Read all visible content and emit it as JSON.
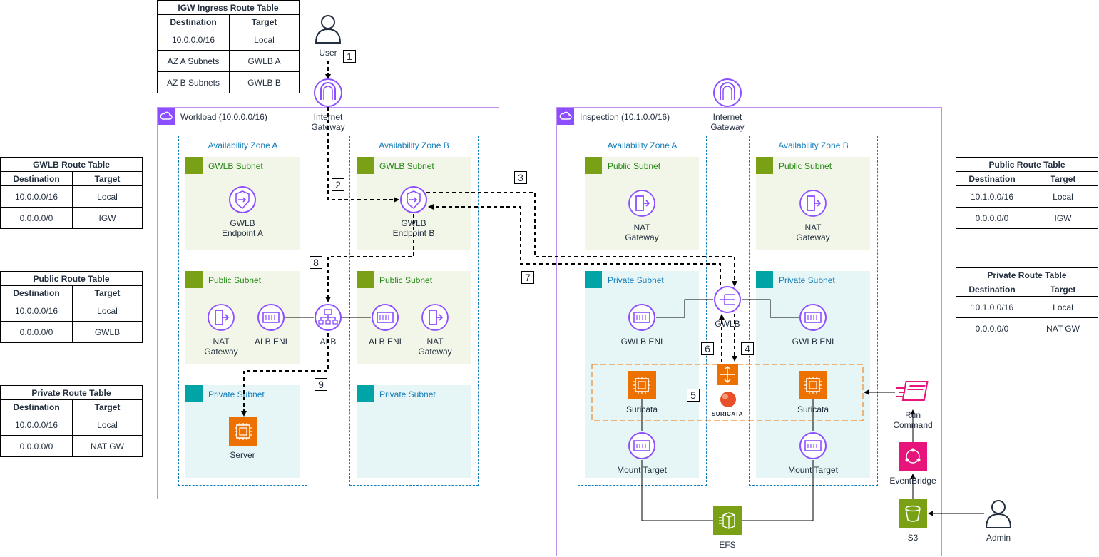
{
  "tables": {
    "igw_ingress": {
      "title": "IGW Ingress Route Table",
      "headers": [
        "Destination",
        "Target"
      ],
      "rows": [
        [
          "10.0.0.0/16",
          "Local"
        ],
        [
          "AZ A Subnets",
          "GWLB A"
        ],
        [
          "AZ B Subnets",
          "GWLB B"
        ]
      ]
    },
    "gwlb_left": {
      "title": "GWLB Route Table",
      "headers": [
        "Destination",
        "Target"
      ],
      "rows": [
        [
          "10.0.0.0/16",
          "Local"
        ],
        [
          "0.0.0.0/0",
          "IGW"
        ]
      ]
    },
    "public_left": {
      "title": "Public Route Table",
      "headers": [
        "Destination",
        "Target"
      ],
      "rows": [
        [
          "10.0.0.0/16",
          "Local"
        ],
        [
          "0.0.0.0/0",
          "GWLB"
        ]
      ]
    },
    "private_left": {
      "title": "Private Route Table",
      "headers": [
        "Destination",
        "Target"
      ],
      "rows": [
        [
          "10.0.0.0/16",
          "Local"
        ],
        [
          "0.0.0.0/0",
          "NAT GW"
        ]
      ]
    },
    "public_right": {
      "title": "Public Route Table",
      "headers": [
        "Destination",
        "Target"
      ],
      "rows": [
        [
          "10.1.0.0/16",
          "Local"
        ],
        [
          "0.0.0.0/0",
          "IGW"
        ]
      ]
    },
    "private_right": {
      "title": "Private Route Table",
      "headers": [
        "Destination",
        "Target"
      ],
      "rows": [
        [
          "10.1.0.0/16",
          "Local"
        ],
        [
          "0.0.0.0/0",
          "NAT GW"
        ]
      ]
    }
  },
  "workload": {
    "label": "Workload (10.0.0.0/16)",
    "az_a": "Availability Zone A",
    "az_b": "Availability Zone B",
    "gwlb_subnet": "GWLB Subnet",
    "public_subnet": "Public Subnet",
    "private_subnet": "Private Subnet",
    "gwlb_ep_a": [
      "GWLB",
      "Endpoint A"
    ],
    "gwlb_ep_b": [
      "GWLB",
      "Endpoint B"
    ],
    "nat": [
      "NAT",
      "Gateway"
    ],
    "alb_eni": "ALB ENI",
    "alb": "ALB",
    "server": "Server"
  },
  "inspection": {
    "label": "Inspection (10.1.0.0/16)",
    "az_a": "Availability Zone A",
    "az_b": "Availability Zone B",
    "public_subnet": "Public Subnet",
    "private_subnet": "Private Subnet",
    "nat": [
      "NAT",
      "Gateway"
    ],
    "gwlb": "GWLB",
    "gwlb_eni": "GWLB ENI",
    "suricata": "Suricata",
    "suricata_logo": "SURICATA",
    "mount_target": "Mount Target",
    "efs": "EFS"
  },
  "external": {
    "user": "User",
    "admin": "Admin",
    "igw": [
      "Internet",
      "Gateway"
    ],
    "run_command": [
      "Run",
      "Command"
    ],
    "eventbridge": "EventBridge",
    "s3": "S3"
  },
  "steps": [
    "1",
    "2",
    "3",
    "4",
    "5",
    "6",
    "7",
    "8",
    "9"
  ],
  "colors": {
    "vpc": "#8c4fff",
    "az": "#147eba",
    "public": "#7aa116",
    "private": "#00a4a6",
    "compute": "#ed7100",
    "mgmt": "#e7157b",
    "flow": "#000000"
  }
}
